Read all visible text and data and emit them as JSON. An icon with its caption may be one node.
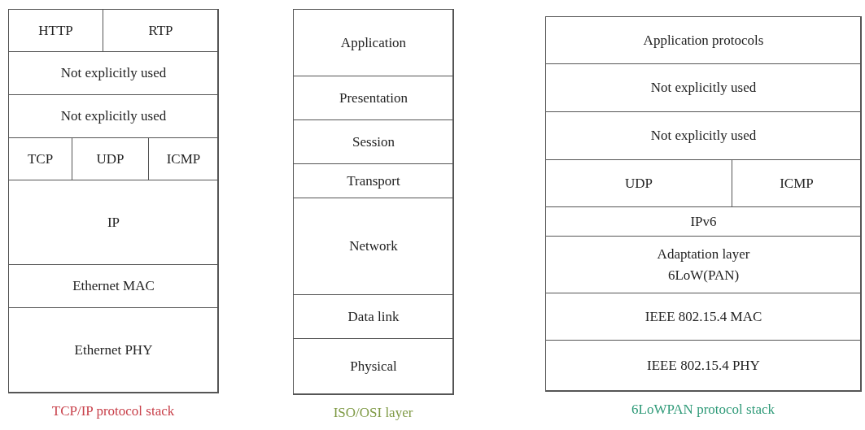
{
  "diagram": {
    "nodes": [
      {
        "text": [],
        "shape": "box",
        "beside": [
          "TCP/IP protocol stack"
        ]
      },
      {
        "text": [
          "HTTP"
        ],
        "in": 0
      },
      {
        "text": [
          "RTP"
        ],
        "in": 0
      },
      {
        "text": [
          "Not explicitly used"
        ],
        "in": 0
      },
      {
        "text": [
          "Not explicitly used"
        ],
        "in": 0
      },
      {
        "text": [
          "TCP"
        ],
        "in": 0
      },
      {
        "text": [
          "UDP"
        ],
        "in": 0
      },
      {
        "text": [
          "ICMP"
        ],
        "in": 0
      },
      {
        "text": [
          "IP"
        ],
        "in": 0
      },
      {
        "text": [
          "Ethernet MAC"
        ],
        "in": 0
      },
      {
        "text": [
          "Ethernet PHY"
        ],
        "in": 0
      },
      {
        "text": [],
        "shape": "box",
        "beside": [
          "ISO/OSI layer"
        ]
      },
      {
        "text": [
          "Application"
        ],
        "in": 11
      },
      {
        "text": [
          "Presentation"
        ],
        "in": 11
      },
      {
        "text": [
          "Session"
        ],
        "in": 11
      },
      {
        "text": [
          "Transport"
        ],
        "in": 11
      },
      {
        "text": [
          "Network"
        ],
        "in": 11
      },
      {
        "text": [
          "Data link"
        ],
        "in": 11
      },
      {
        "text": [
          "Physical"
        ],
        "in": 11
      },
      {
        "text": [],
        "shape": "box",
        "beside": [
          "6LoWPAN protocol stack"
        ]
      },
      {
        "text": [
          "Application protocols"
        ],
        "in": 19
      },
      {
        "text": [
          "Not explicitly used"
        ],
        "in": 19
      },
      {
        "text": [
          "Not explicitly used"
        ],
        "in": 19
      },
      {
        "text": [
          "UDP"
        ],
        "in": 19
      },
      {
        "text": [
          "ICMP"
        ],
        "in": 19
      },
      {
        "text": [
          "IPv6"
        ],
        "in": 19
      },
      {
        "text": [
          "Adaptation layer 6LoW(PAN)"
        ],
        "in": 19
      },
      {
        "text": [
          "IEEE 802.15.4 MAC"
        ],
        "in": 19
      },
      {
        "text": [
          "IEEE 802.15.4 PHY"
        ],
        "in": 19
      }
    ]
  }
}
